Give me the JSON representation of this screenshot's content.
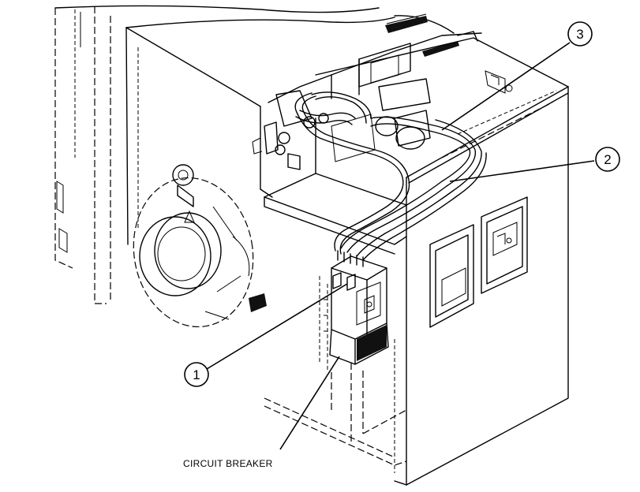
{
  "callouts": [
    {
      "number": "1"
    },
    {
      "number": "2"
    },
    {
      "number": "3"
    }
  ],
  "labels": {
    "circuit_breaker": "CIRCUIT BREAKER"
  }
}
